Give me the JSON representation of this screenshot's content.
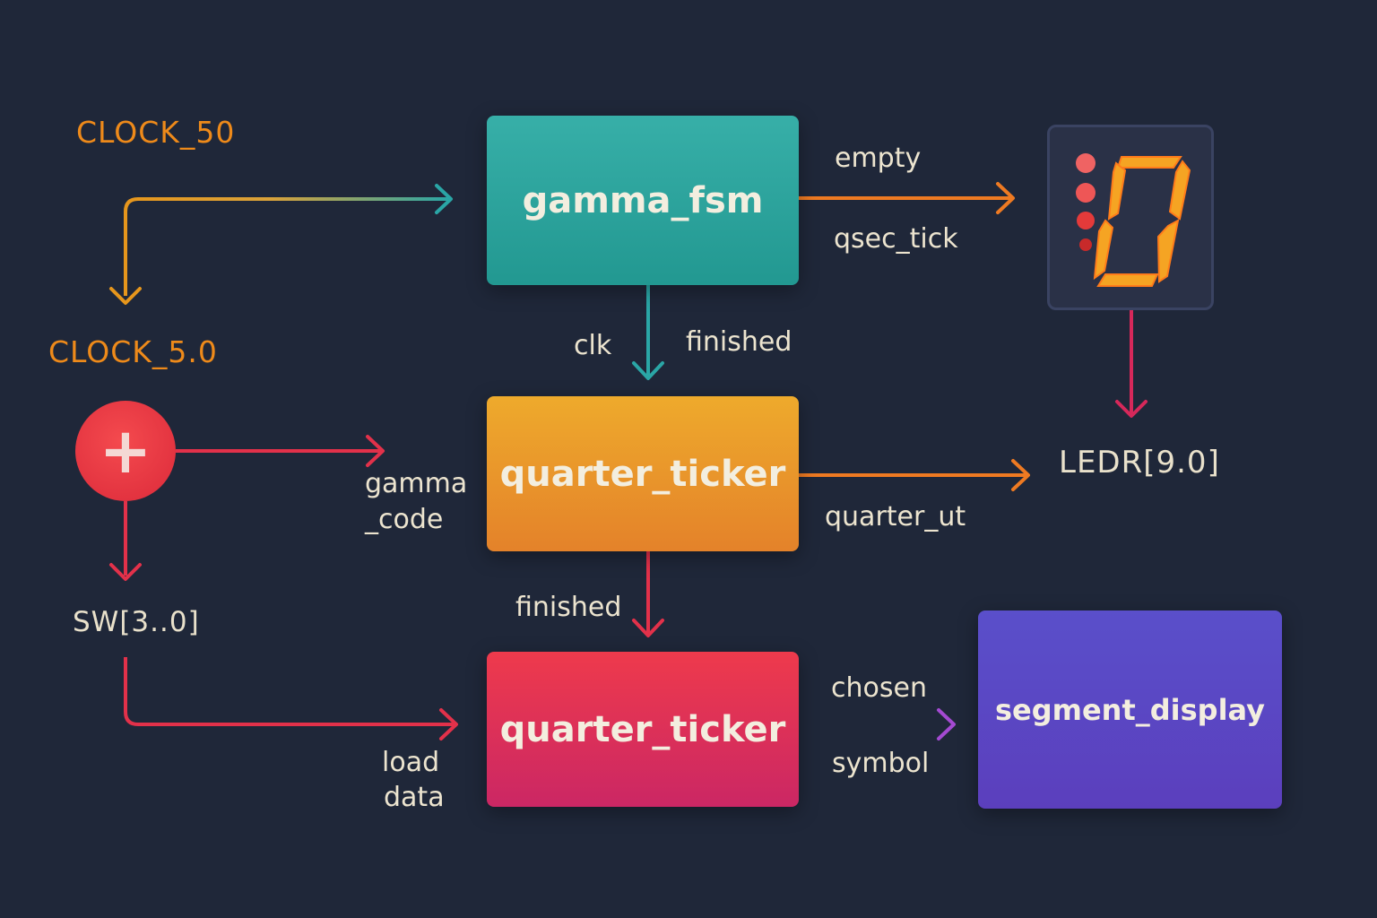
{
  "inputs": {
    "clock_50": "CLOCK_50",
    "clock_5_0": "CLOCK_5.0",
    "switches": "SW[3..0]",
    "add_symbol": "+"
  },
  "modules": {
    "gamma_fsm": "gamma_fsm",
    "quarter_ticker_1": "quarter_ticker",
    "quarter_ticker_2": "quarter_ticker",
    "segment_display": "segment_display"
  },
  "signals": {
    "empty": "empty",
    "qsec_tick": "qsec_tick",
    "clk": "clk",
    "finished_1": "finished",
    "gamma_code_line1": "gamma",
    "gamma_code_line2": "_code",
    "quarter_ut": "quarter_ut",
    "finished_2": "finished",
    "load_line1": "load",
    "load_line2": "data",
    "chosen": "chosen",
    "symbol": "symbol"
  },
  "outputs": {
    "ledr": "LEDR[9.0]",
    "digit": "0"
  },
  "colors": {
    "background": "#1f2739",
    "gamma_fsm": "#2aa39c",
    "quarter_ticker_1": "#eb9b2b",
    "quarter_ticker_2": "#e2344f",
    "segment_display": "#5a48c6",
    "wire_orange": "#ee7a22",
    "wire_red": "#e2314a",
    "wire_teal": "#2aa6a6",
    "wire_purple": "#a44ad2",
    "seven_segment": "#f5a423"
  }
}
